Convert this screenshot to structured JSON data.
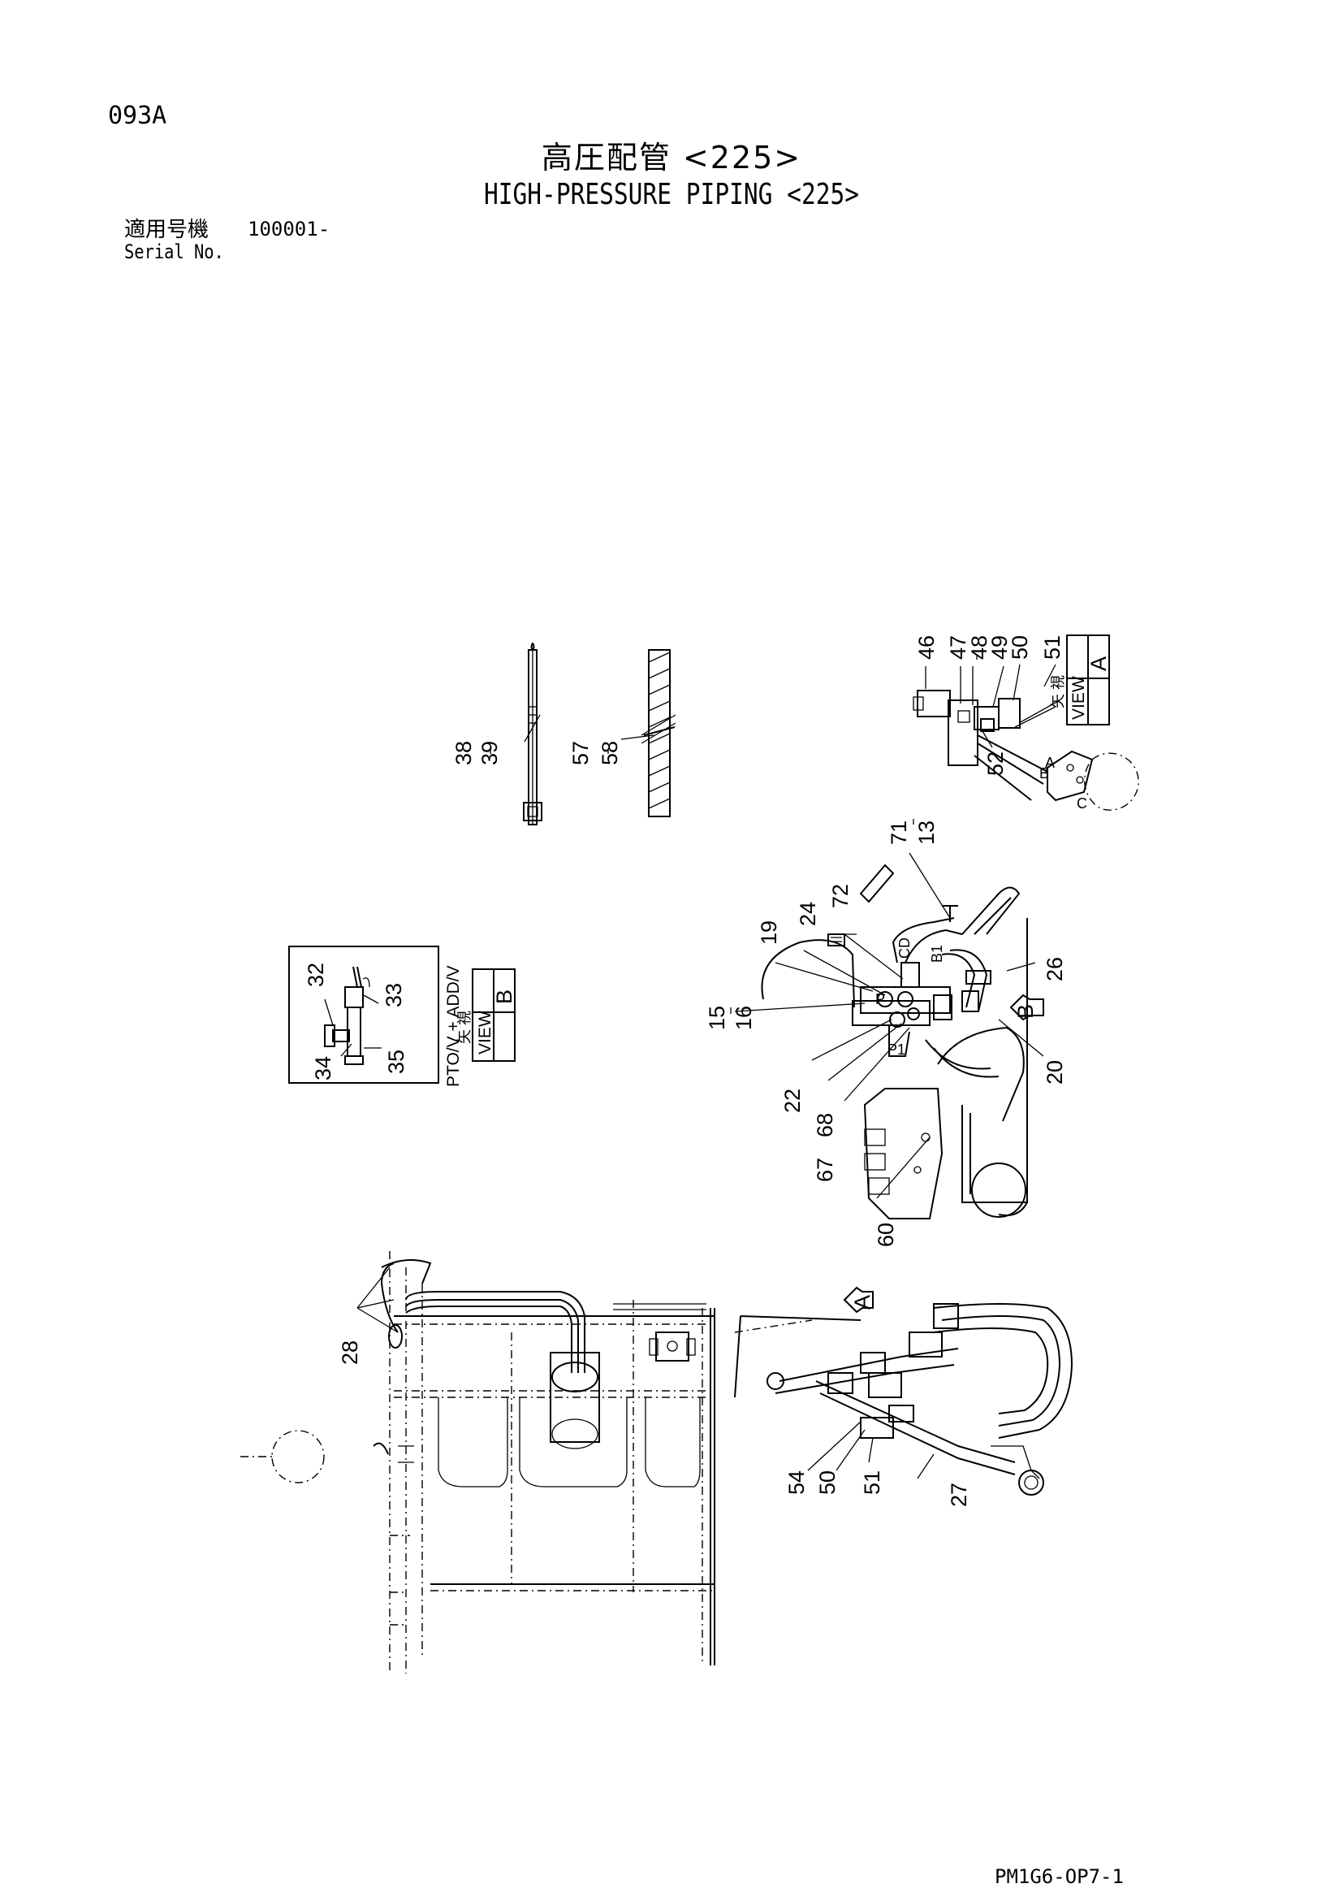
{
  "header": {
    "page_code": "093A",
    "title_jp": "高圧配管 <225>",
    "title_en": "HIGH-PRESSURE PIPING <225>",
    "serial_label_jp": "適用号機",
    "serial_value": "100001-",
    "serial_label_en": "Serial No."
  },
  "footer": {
    "doc_code": "PM1G6-OP7-1"
  },
  "views": {
    "view_a": {
      "letter": "A",
      "jp": "矢 視",
      "en": "VIEW"
    },
    "view_b": {
      "letter": "B",
      "jp": "矢 視",
      "en": "VIEW"
    },
    "view_b_caption": "PTO/V + ADD/V"
  },
  "callouts": {
    "c38": "38",
    "c39": "39",
    "c57": "57",
    "c58": "58",
    "c46": "46",
    "c47": "47",
    "c48": "48",
    "c49": "49",
    "c50": "50",
    "c51": "51",
    "c52": "52",
    "c71": "71",
    "c13": "13",
    "c72": "72",
    "c24": "24",
    "c19": "19",
    "c15": "15",
    "c16": "16",
    "c26": "26",
    "c20": "20",
    "c22": "22",
    "c68": "68",
    "c67": "67",
    "c60": "60",
    "c32": "32",
    "c33": "33",
    "c34": "34",
    "c35": "35",
    "c28": "28",
    "c54": "54",
    "c50b": "50",
    "c51b": "51",
    "c27": "27",
    "port_a": "A",
    "port_b": "B",
    "port_c": "C",
    "port_p": "P",
    "port_p1": "P1",
    "port_b1": "B1",
    "port_cd": "CD"
  }
}
